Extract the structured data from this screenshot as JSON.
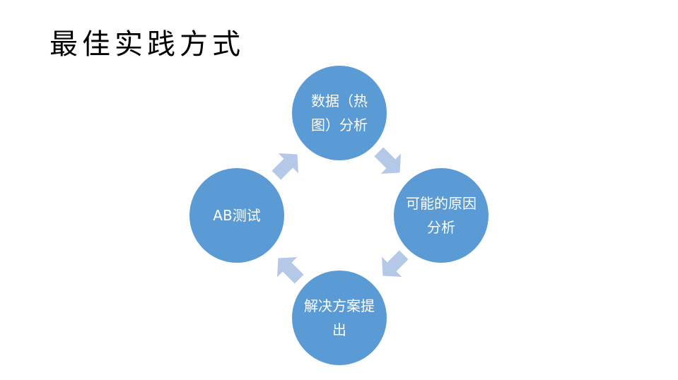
{
  "title": "最佳实践方式",
  "cycle": {
    "top": "数据（热图）分析",
    "right": "可能的原因分析",
    "bottom": "解决方案提出",
    "left": "AB测试"
  },
  "colors": {
    "node_fill": "#5b9bd5",
    "arrow_fill": "#b4c9e8",
    "text": "#ffffff"
  }
}
